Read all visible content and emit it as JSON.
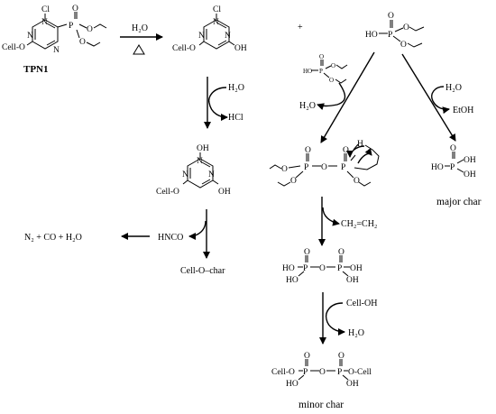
{
  "molecules": {
    "tpn1": {
      "atoms": {
        "cl": "Cl",
        "n1": "N",
        "n2": "N",
        "n3": "N",
        "cell_o": "Cell-O",
        "p": "P",
        "o_dbl": "O",
        "o1": "O",
        "o2": "O"
      },
      "label": "TPN1"
    },
    "hydroxy_triazine": {
      "atoms": {
        "cl": "Cl",
        "n1": "N",
        "n2": "N",
        "n3": "N",
        "cell_o": "Cell-O",
        "oh": "OH"
      }
    },
    "dihydroxy_triazine": {
      "atoms": {
        "oh_top": "OH",
        "n1": "N",
        "n2": "N",
        "n3": "N",
        "cell_o": "Cell-O",
        "oh": "OH"
      }
    },
    "diethyl_phosphite": {
      "atoms": {
        "o_top": "O",
        "ho": "HO",
        "p": "P",
        "o1": "O",
        "o2": "O"
      }
    },
    "ester_small": {
      "atoms": {
        "o_top": "O",
        "ho": "HO",
        "p": "P",
        "o1": "O",
        "o2": "O"
      }
    },
    "pyrophosphate_ester": {
      "atoms": {
        "o_a1": "O",
        "o_a2": "O",
        "p1": "P",
        "o_bridge": "O",
        "p2": "P",
        "o_b1": "O",
        "o_top1": "O",
        "o_top2": "O",
        "o_b2": "O",
        "h": "H"
      }
    },
    "phosphoric_acid": {
      "atoms": {
        "o_top": "O",
        "ho": "HO",
        "p": "P",
        "oh1": "OH",
        "oh2": "OH"
      },
      "label": "major char"
    },
    "pyrophosphoric_acid": {
      "atoms": {
        "ho_left": "HO",
        "ho_low": "HO",
        "p1": "P",
        "o_bridge": "O",
        "p2": "P",
        "oh_right": "OH",
        "oh_low": "OH",
        "o_top1": "O",
        "o_top2": "O"
      }
    },
    "cell_pyrophosphate": {
      "atoms": {
        "cell_o_left": "Cell-O",
        "ho": "HO",
        "p1": "P",
        "o_bridge": "O",
        "p2": "P",
        "o_cell_right": "O-Cell",
        "oh": "OH",
        "o_top1": "O",
        "o_top2": "O"
      },
      "label": "minor char"
    }
  },
  "reagents": {
    "h2o_top": "H₂O",
    "plus": "+",
    "h2o_mid": "H₂O",
    "hcl": "HCl",
    "h2o_left": "H₂O",
    "h2o_right": "H₂O",
    "etoh": "EtOH",
    "ethylene": "CH₂=CH₂",
    "cell_oh": "Cell-OH",
    "h2o_bottom": "H₂O",
    "hnco": "HNCO",
    "gases": "N₂ + CO + H₂O",
    "cell_o_char": "Cell-O–char"
  }
}
